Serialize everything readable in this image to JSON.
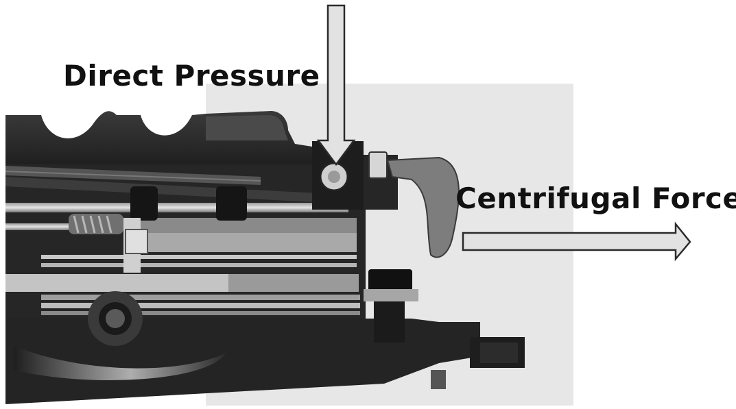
{
  "labels": {
    "direct_pressure": "Direct Pressure",
    "centrifugal_force": "Centrifugal Force"
  },
  "colors": {
    "background": "#ffffff",
    "backdrop_panel": "#e7e7e7",
    "casing_dark": "#2b2b2b",
    "casing_darker": "#1a1a1a",
    "plate_mid": "#8a8a8a",
    "plate_light": "#c4c4c4",
    "arrow_fill": "#e2e2e2",
    "arrow_stroke": "#2a2a2a",
    "weight_arm": "#7d7d7d",
    "label_text": "#111111"
  },
  "arrows": {
    "direct_pressure": "down",
    "centrifugal_force": "right"
  }
}
